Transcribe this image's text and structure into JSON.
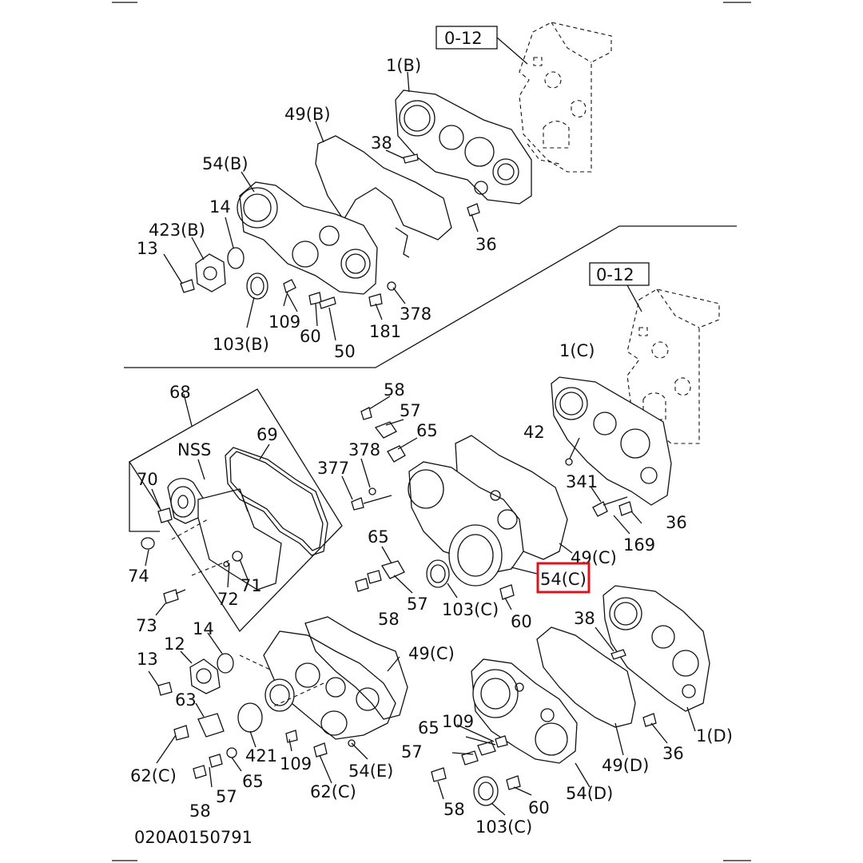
{
  "highlight_color": "#d9141c",
  "footer": {
    "figure_code": "020A0150791"
  },
  "refs": {
    "top": "0-12",
    "mid": "0-12"
  },
  "labels": {
    "p1b": "1(B)",
    "p49b": "49(B)",
    "p38a": "38",
    "p54b": "54(B)",
    "p14a": "14",
    "p423b": "423(B)",
    "p13a": "13",
    "p36a": "36",
    "p378a": "378",
    "p109a": "109",
    "p181": "181",
    "p60a": "60",
    "p103b": "103(B)",
    "p50": "50",
    "p1c": "1(C)",
    "p42": "42",
    "p341": "341",
    "p36b": "36",
    "p169": "169",
    "p58a": "58",
    "p57a": "57",
    "p65a": "65",
    "p378b": "378",
    "p377": "377",
    "p49c1": "49(C)",
    "p54c": "54(C)",
    "p65b": "65",
    "p57b": "57",
    "p58b": "58",
    "p103c1": "103(C)",
    "p60b": "60",
    "p68": "68",
    "pnss": "NSS",
    "p69": "69",
    "p70": "70",
    "p74": "74",
    "p72": "72",
    "p71": "71",
    "p73": "73",
    "p14b": "14",
    "p12": "12",
    "p13b": "13",
    "p63": "63",
    "p62c1": "62(C)",
    "p421": "421",
    "p65c": "65",
    "p57c": "57",
    "p58c": "58",
    "p109b": "109",
    "p62c2": "62(C)",
    "p54e": "54(E)",
    "p49c2": "49(C)",
    "p38b": "38",
    "p1d": "1(D)",
    "p36c": "36",
    "p49d": "49(D)",
    "p65d": "65",
    "p109c": "109",
    "p57d": "57",
    "p58d": "58",
    "p60c": "60",
    "p54d": "54(D)",
    "p103c2": "103(C)"
  }
}
